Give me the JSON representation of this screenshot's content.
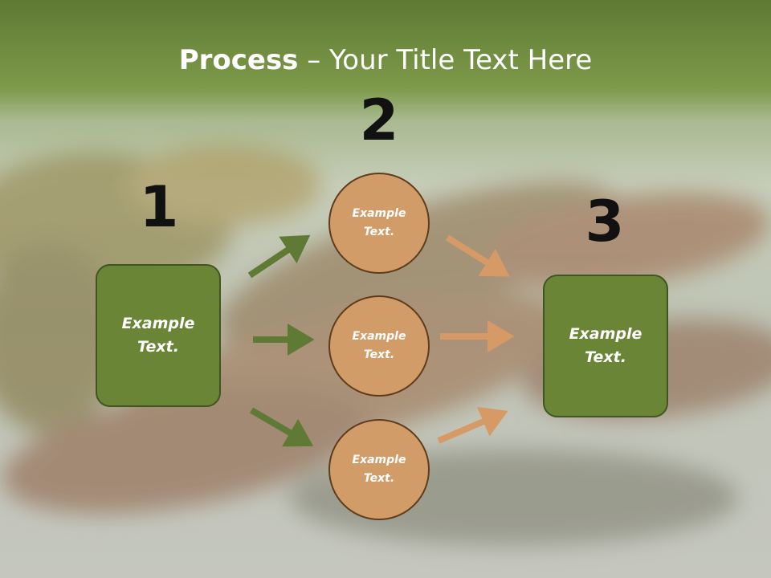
{
  "title": {
    "bold": "Process",
    "rest": " – Your Title Text Here"
  },
  "steps": {
    "n1": "1",
    "n2": "2",
    "n3": "3"
  },
  "boxes": {
    "left": "Example Text.",
    "right": "Example Text."
  },
  "circles": [
    {
      "text": "Example Text."
    },
    {
      "text": "Example Text."
    },
    {
      "text": "Example Text."
    }
  ],
  "colors": {
    "box_fill": "#6b8537",
    "circle_fill": "#d19c67",
    "green_arrow": "#5f7a35",
    "orange_arrow": "#d59a66"
  }
}
